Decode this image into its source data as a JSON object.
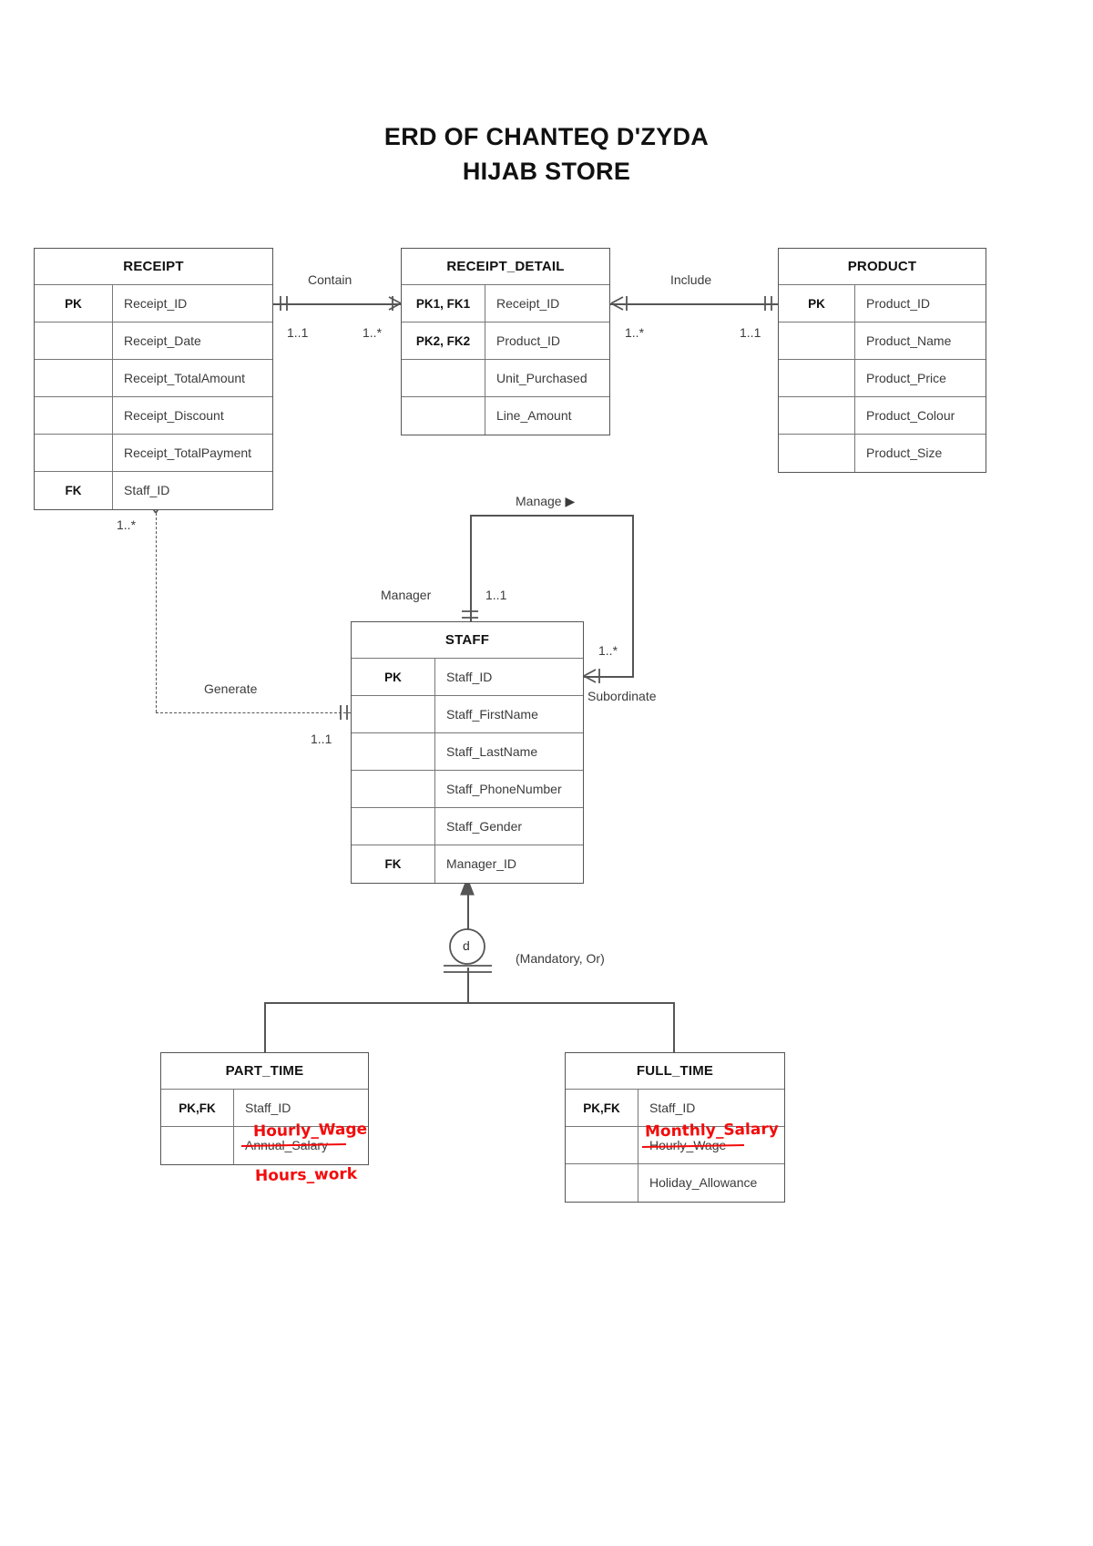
{
  "title": {
    "line1": "ERD OF CHANTEQ D'ZYDA",
    "line2": "HIJAB STORE"
  },
  "entities": {
    "receipt": {
      "name": "RECEIPT",
      "rows": [
        {
          "key": "PK",
          "attr": "Receipt_ID"
        },
        {
          "key": "",
          "attr": "Receipt_Date"
        },
        {
          "key": "",
          "attr": "Receipt_TotalAmount"
        },
        {
          "key": "",
          "attr": "Receipt_Discount"
        },
        {
          "key": "",
          "attr": "Receipt_TotalPayment"
        },
        {
          "key": "FK",
          "attr": "Staff_ID"
        }
      ]
    },
    "receipt_detail": {
      "name": "RECEIPT_DETAIL",
      "rows": [
        {
          "key": "PK1, FK1",
          "attr": "Receipt_ID"
        },
        {
          "key": "PK2, FK2",
          "attr": "Product_ID"
        },
        {
          "key": "",
          "attr": "Unit_Purchased"
        },
        {
          "key": "",
          "attr": "Line_Amount"
        }
      ]
    },
    "product": {
      "name": "PRODUCT",
      "rows": [
        {
          "key": "PK",
          "attr": "Product_ID"
        },
        {
          "key": "",
          "attr": "Product_Name"
        },
        {
          "key": "",
          "attr": "Product_Price"
        },
        {
          "key": "",
          "attr": "Product_Colour"
        },
        {
          "key": "",
          "attr": "Product_Size"
        }
      ]
    },
    "staff": {
      "name": "STAFF",
      "rows": [
        {
          "key": "PK",
          "attr": "Staff_ID"
        },
        {
          "key": "",
          "attr": "Staff_FirstName"
        },
        {
          "key": "",
          "attr": "Staff_LastName"
        },
        {
          "key": "",
          "attr": "Staff_PhoneNumber"
        },
        {
          "key": "",
          "attr": "Staff_Gender"
        },
        {
          "key": "FK",
          "attr": "Manager_ID"
        }
      ]
    },
    "part_time": {
      "name": "PART_TIME",
      "rows": [
        {
          "key": "PK,FK",
          "attr": "Staff_ID"
        },
        {
          "key": "",
          "attr": "Annual_Salary"
        }
      ]
    },
    "full_time": {
      "name": "FULL_TIME",
      "rows": [
        {
          "key": "PK,FK",
          "attr": "Staff_ID"
        },
        {
          "key": "",
          "attr": "Hourly_Wage"
        },
        {
          "key": "",
          "attr": "Holiday_Allowance"
        }
      ]
    }
  },
  "relationships": {
    "contain": {
      "label": "Contain",
      "left_cardinality": "1..1",
      "right_cardinality": "1..*"
    },
    "include": {
      "label": "Include",
      "left_cardinality": "1..*",
      "right_cardinality": "1..1"
    },
    "generate": {
      "label": "Generate",
      "receipt_cardinality": "1..*",
      "staff_cardinality": "1..1"
    },
    "manage": {
      "label": "Manage ▶",
      "manager_role": "Manager",
      "manager_cardinality": "1..1",
      "subordinate_role": "Subordinate",
      "subordinate_cardinality": "1..*"
    },
    "specialization": {
      "symbol": "d",
      "constraint": "(Mandatory, Or)"
    }
  },
  "annotations": {
    "part_time_replacement": "Hourly_Wage",
    "part_time_added": "Hours_work",
    "full_time_replacement": "Monthly_Salary"
  },
  "colors": {
    "ink_red": "#f40b0b",
    "line_gray": "#555555",
    "text_gray": "#3b3b3b"
  }
}
